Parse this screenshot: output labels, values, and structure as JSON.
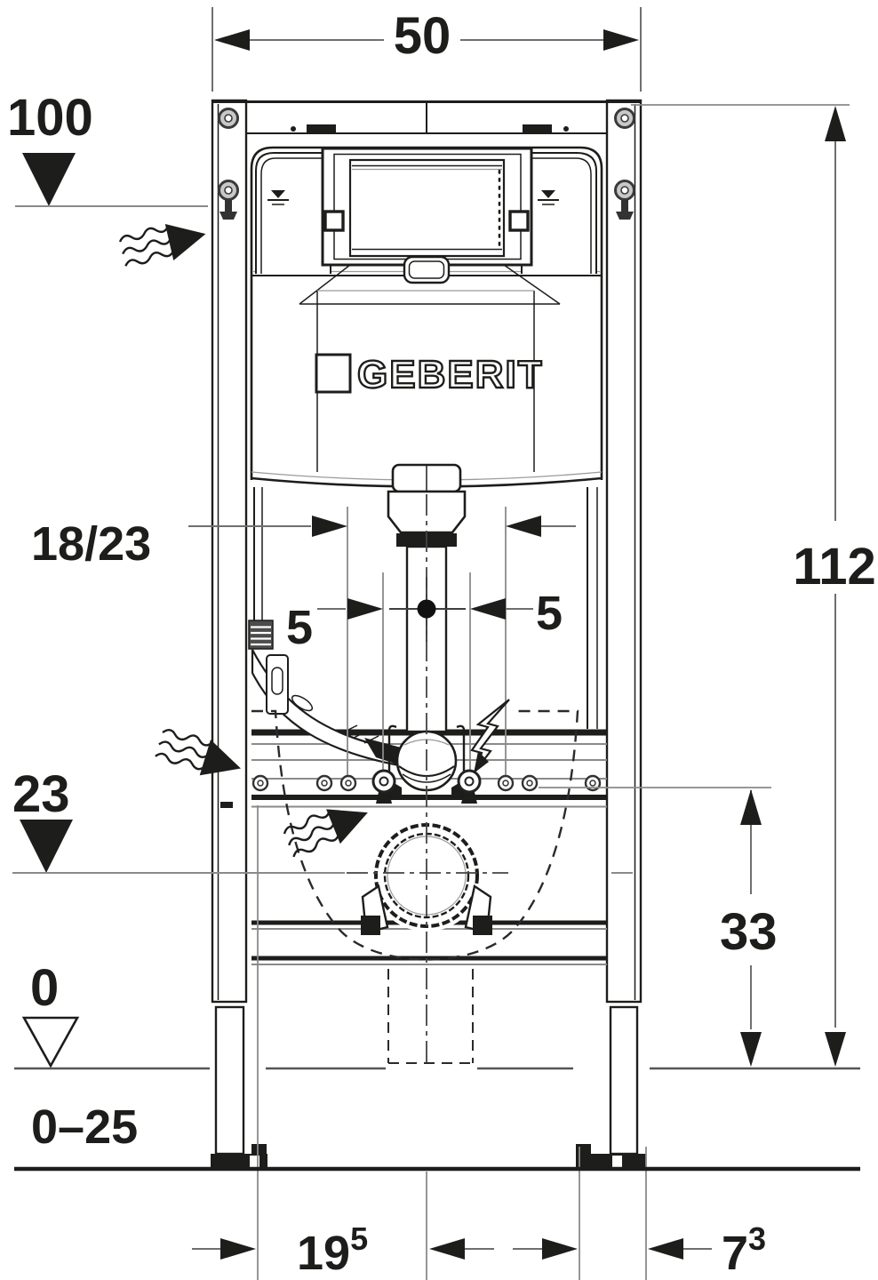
{
  "drawing": {
    "brand_logo": "GEBERIT",
    "dims": {
      "top_width": "50",
      "actuation_level": "100",
      "supply_spacing": "18/23",
      "offset_left": "5",
      "offset_right": "5",
      "total_height": "112",
      "outlet_level": "23",
      "fixing_height": "33",
      "zero_level": "0",
      "floor_buildup": "0–25",
      "foot_center": {
        "base": "19",
        "sup": "5"
      },
      "foot_width": {
        "base": "7",
        "sup": "3"
      }
    },
    "icons": {
      "flow": "wavy-arrow",
      "electrical": "lightning-bolt",
      "level_filled": "filled-triangle-marker",
      "level_open": "open-triangle-marker"
    },
    "colors": {
      "ink": "#1d1d1b",
      "dim_gray": "#8a8a8a",
      "bg": "#ffffff"
    }
  }
}
